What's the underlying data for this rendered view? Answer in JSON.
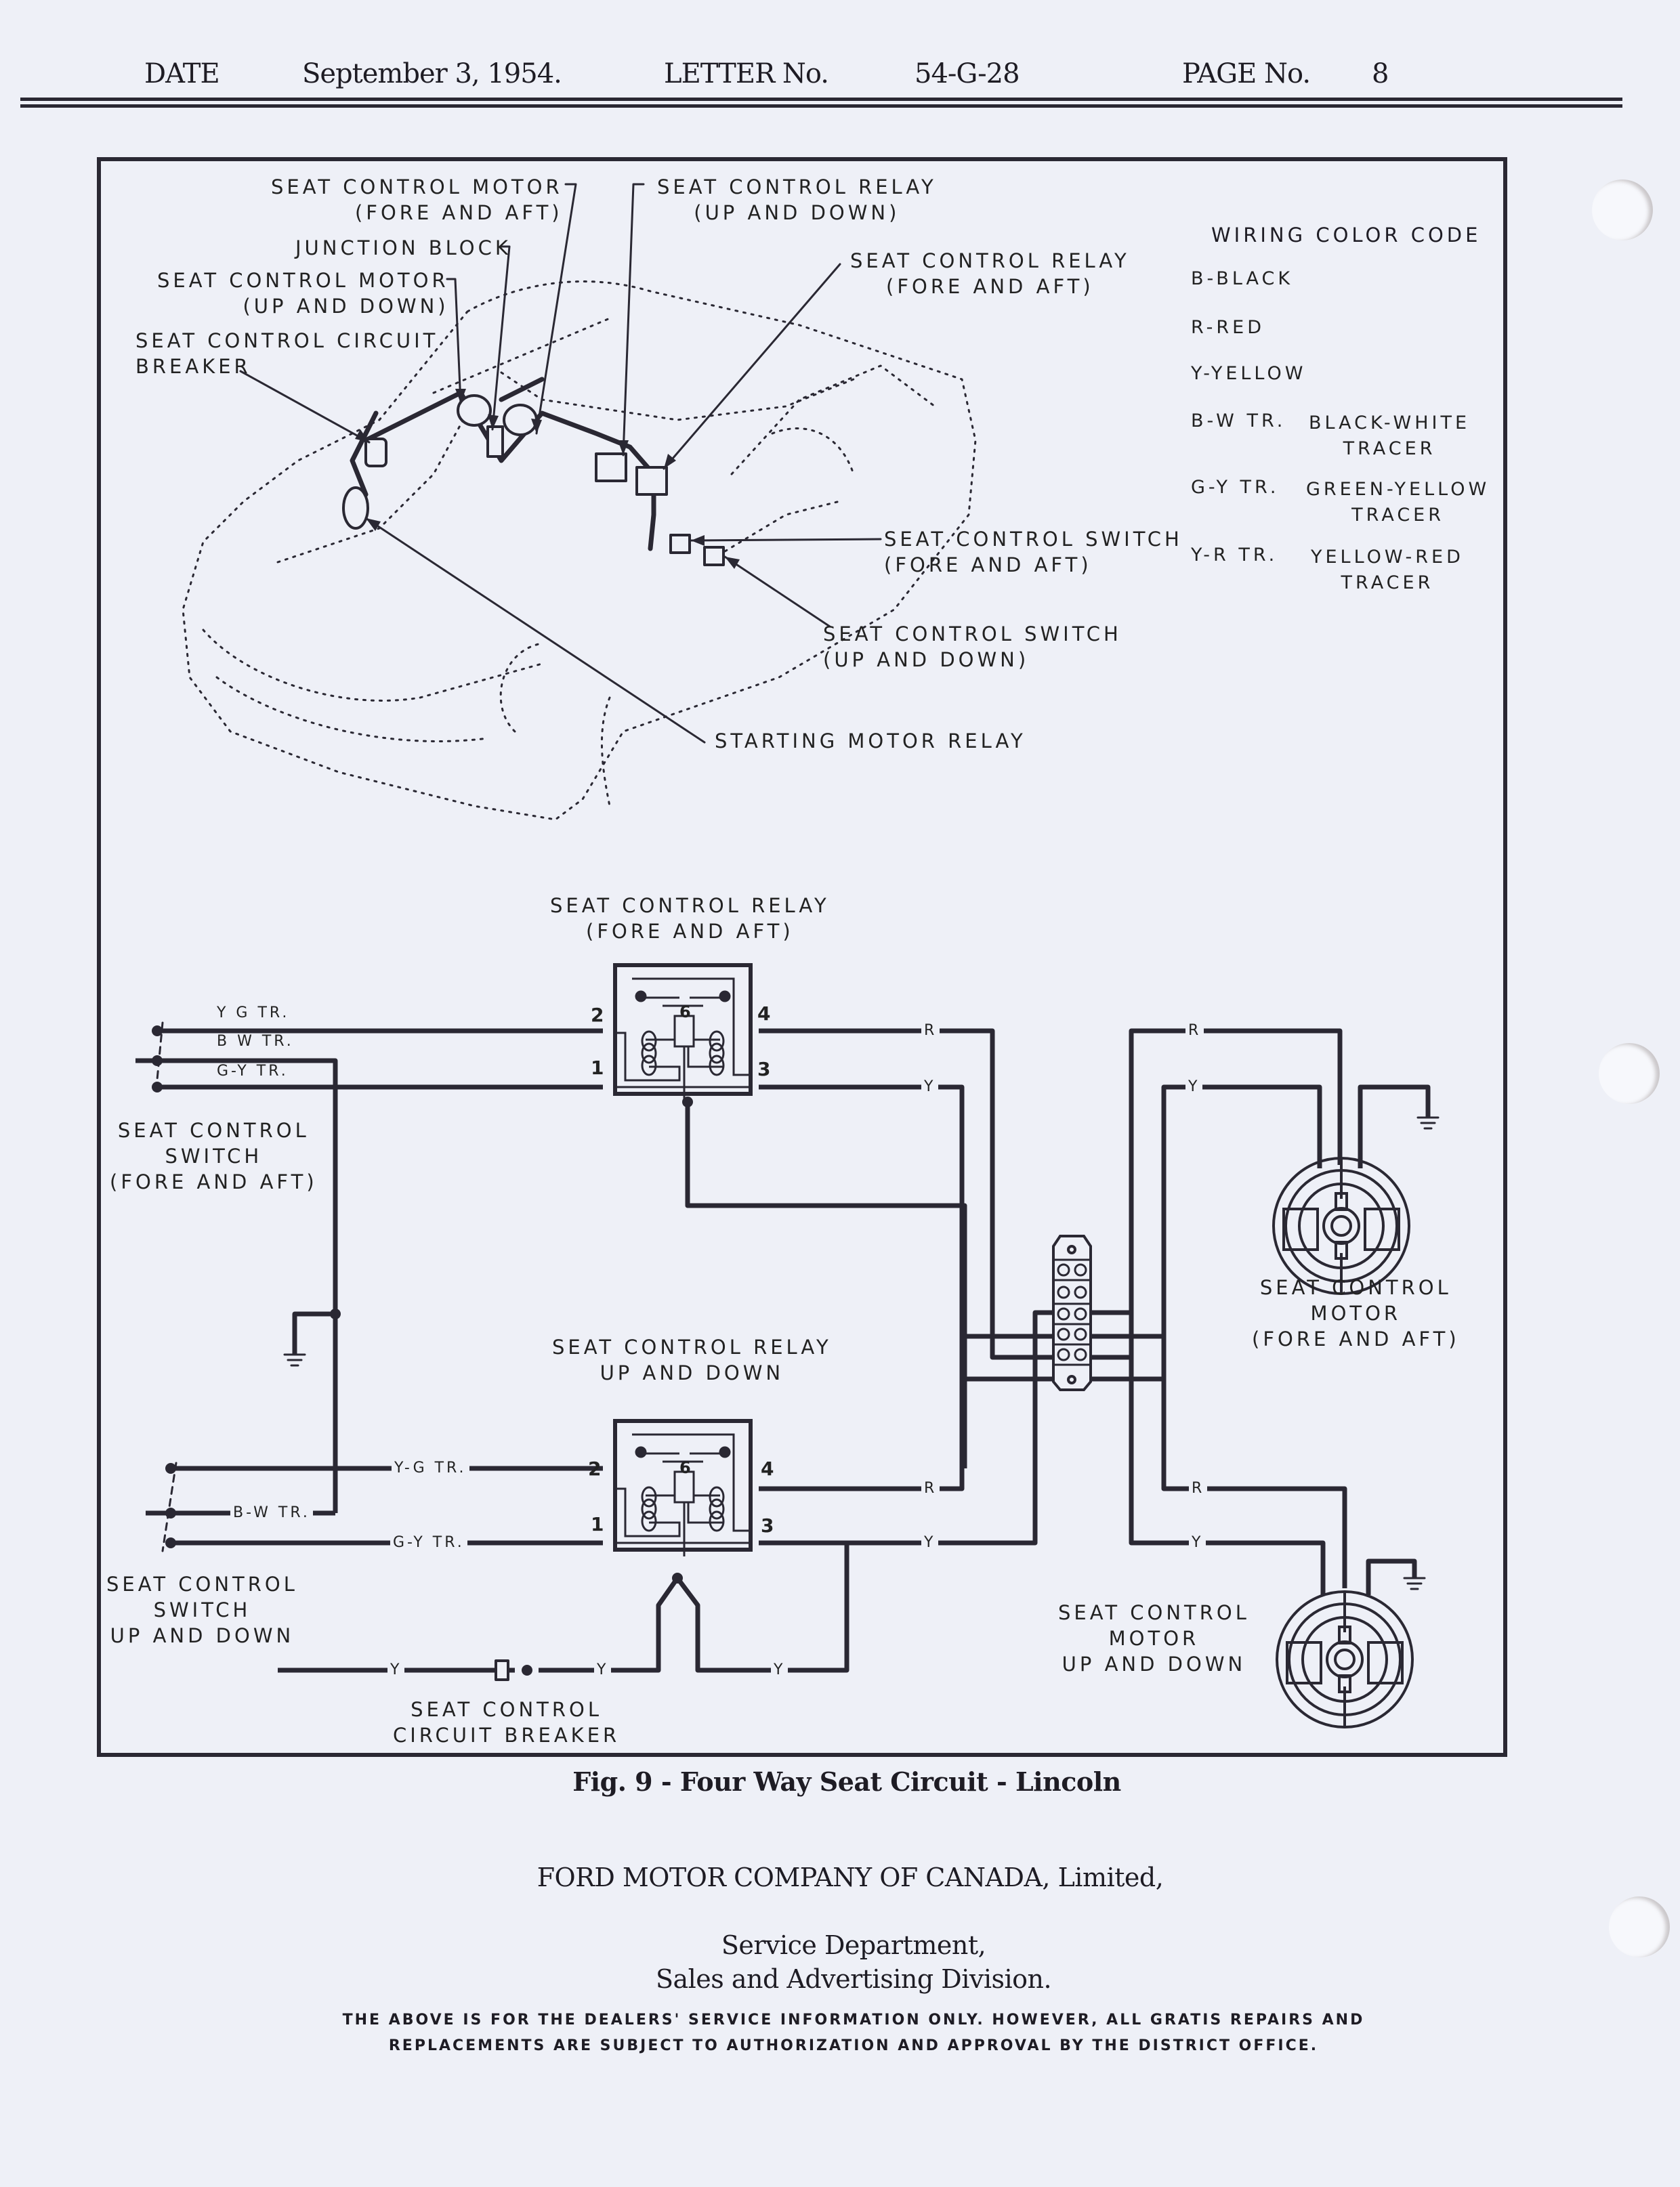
{
  "header": {
    "date_label": "DATE",
    "date_value": "September 3, 1954.",
    "letter_label": "LETTER No.",
    "letter_value": "54-G-28",
    "page_label": "PAGE No.",
    "page_value": "8"
  },
  "pictorial": {
    "callouts": {
      "motor_fore_aft": "SEAT CONTROL MOTOR\n(FORE AND AFT)",
      "junction_block": "JUNCTION BLOCK",
      "motor_up_down": "SEAT CONTROL MOTOR\n(UP AND DOWN)",
      "circuit_breaker": "SEAT CONTROL CIRCUIT\nBREAKER",
      "relay_up_down": "SEAT CONTROL RELAY\n(UP AND DOWN)",
      "relay_fore_aft": "SEAT CONTROL RELAY\n(FORE AND AFT)",
      "switch_fore_aft": "SEAT CONTROL SWITCH\n(FORE AND AFT)",
      "switch_up_down": "SEAT CONTROL SWITCH\n(UP AND DOWN)",
      "starting_motor_relay": "STARTING MOTOR RELAY"
    }
  },
  "color_code": {
    "title": "WIRING COLOR CODE",
    "entries": [
      {
        "code": "B-BLACK",
        "meaning": ""
      },
      {
        "code": "R-RED",
        "meaning": ""
      },
      {
        "code": "Y-YELLOW",
        "meaning": ""
      },
      {
        "code": "B-W TR.",
        "meaning": "BLACK-WHITE\nTRACER"
      },
      {
        "code": "G-Y TR.",
        "meaning": "GREEN-YELLOW\nTRACER"
      },
      {
        "code": "Y-R TR.",
        "meaning": "YELLOW-RED\nTRACER"
      }
    ]
  },
  "schematic": {
    "relay_fore_aft_label": "SEAT CONTROL RELAY\n(FORE AND AFT)",
    "relay_up_down_label": "SEAT CONTROL RELAY\nUP AND DOWN",
    "switch_fore_aft_label": "SEAT CONTROL\nSWITCH\n(FORE AND AFT)",
    "switch_up_down_label": "SEAT CONTROL\nSWITCH\nUP AND DOWN",
    "motor_fore_aft_label": "SEAT CONTROL\nMOTOR\n(FORE AND AFT)",
    "motor_up_down_label": "SEAT CONTROL\nMOTOR\nUP AND DOWN",
    "breaker_label": "SEAT CONTROL\nCIRCUIT BREAKER",
    "relay_center_number": "6",
    "pins": {
      "p1": "1",
      "p2": "2",
      "p3": "3",
      "p4": "4"
    },
    "wire_labels": {
      "yg_tr_top": "Y G TR.",
      "bw_tr_top": "B W TR.",
      "gy_tr_top": "G-Y TR.",
      "yg_tr_bottom": "Y-G TR.",
      "bw_tr_bottom": "B-W TR.",
      "gy_tr_bottom": "G-Y TR.",
      "red": "R",
      "yellow": "Y"
    }
  },
  "caption": "Fig. 9 - Four Way Seat Circuit - Lincoln",
  "footer": {
    "company": "FORD MOTOR COMPANY OF CANADA, Limited,",
    "department": "Service Department,",
    "division": "Sales and Advertising Division.",
    "disclaimer_line1": "THE ABOVE IS FOR THE DEALERS' SERVICE INFORMATION ONLY. HOWEVER, ALL GRATIS REPAIRS AND",
    "disclaimer_line2": "REPLACEMENTS ARE SUBJECT TO AUTHORIZATION AND APPROVAL BY THE DISTRICT OFFICE."
  }
}
